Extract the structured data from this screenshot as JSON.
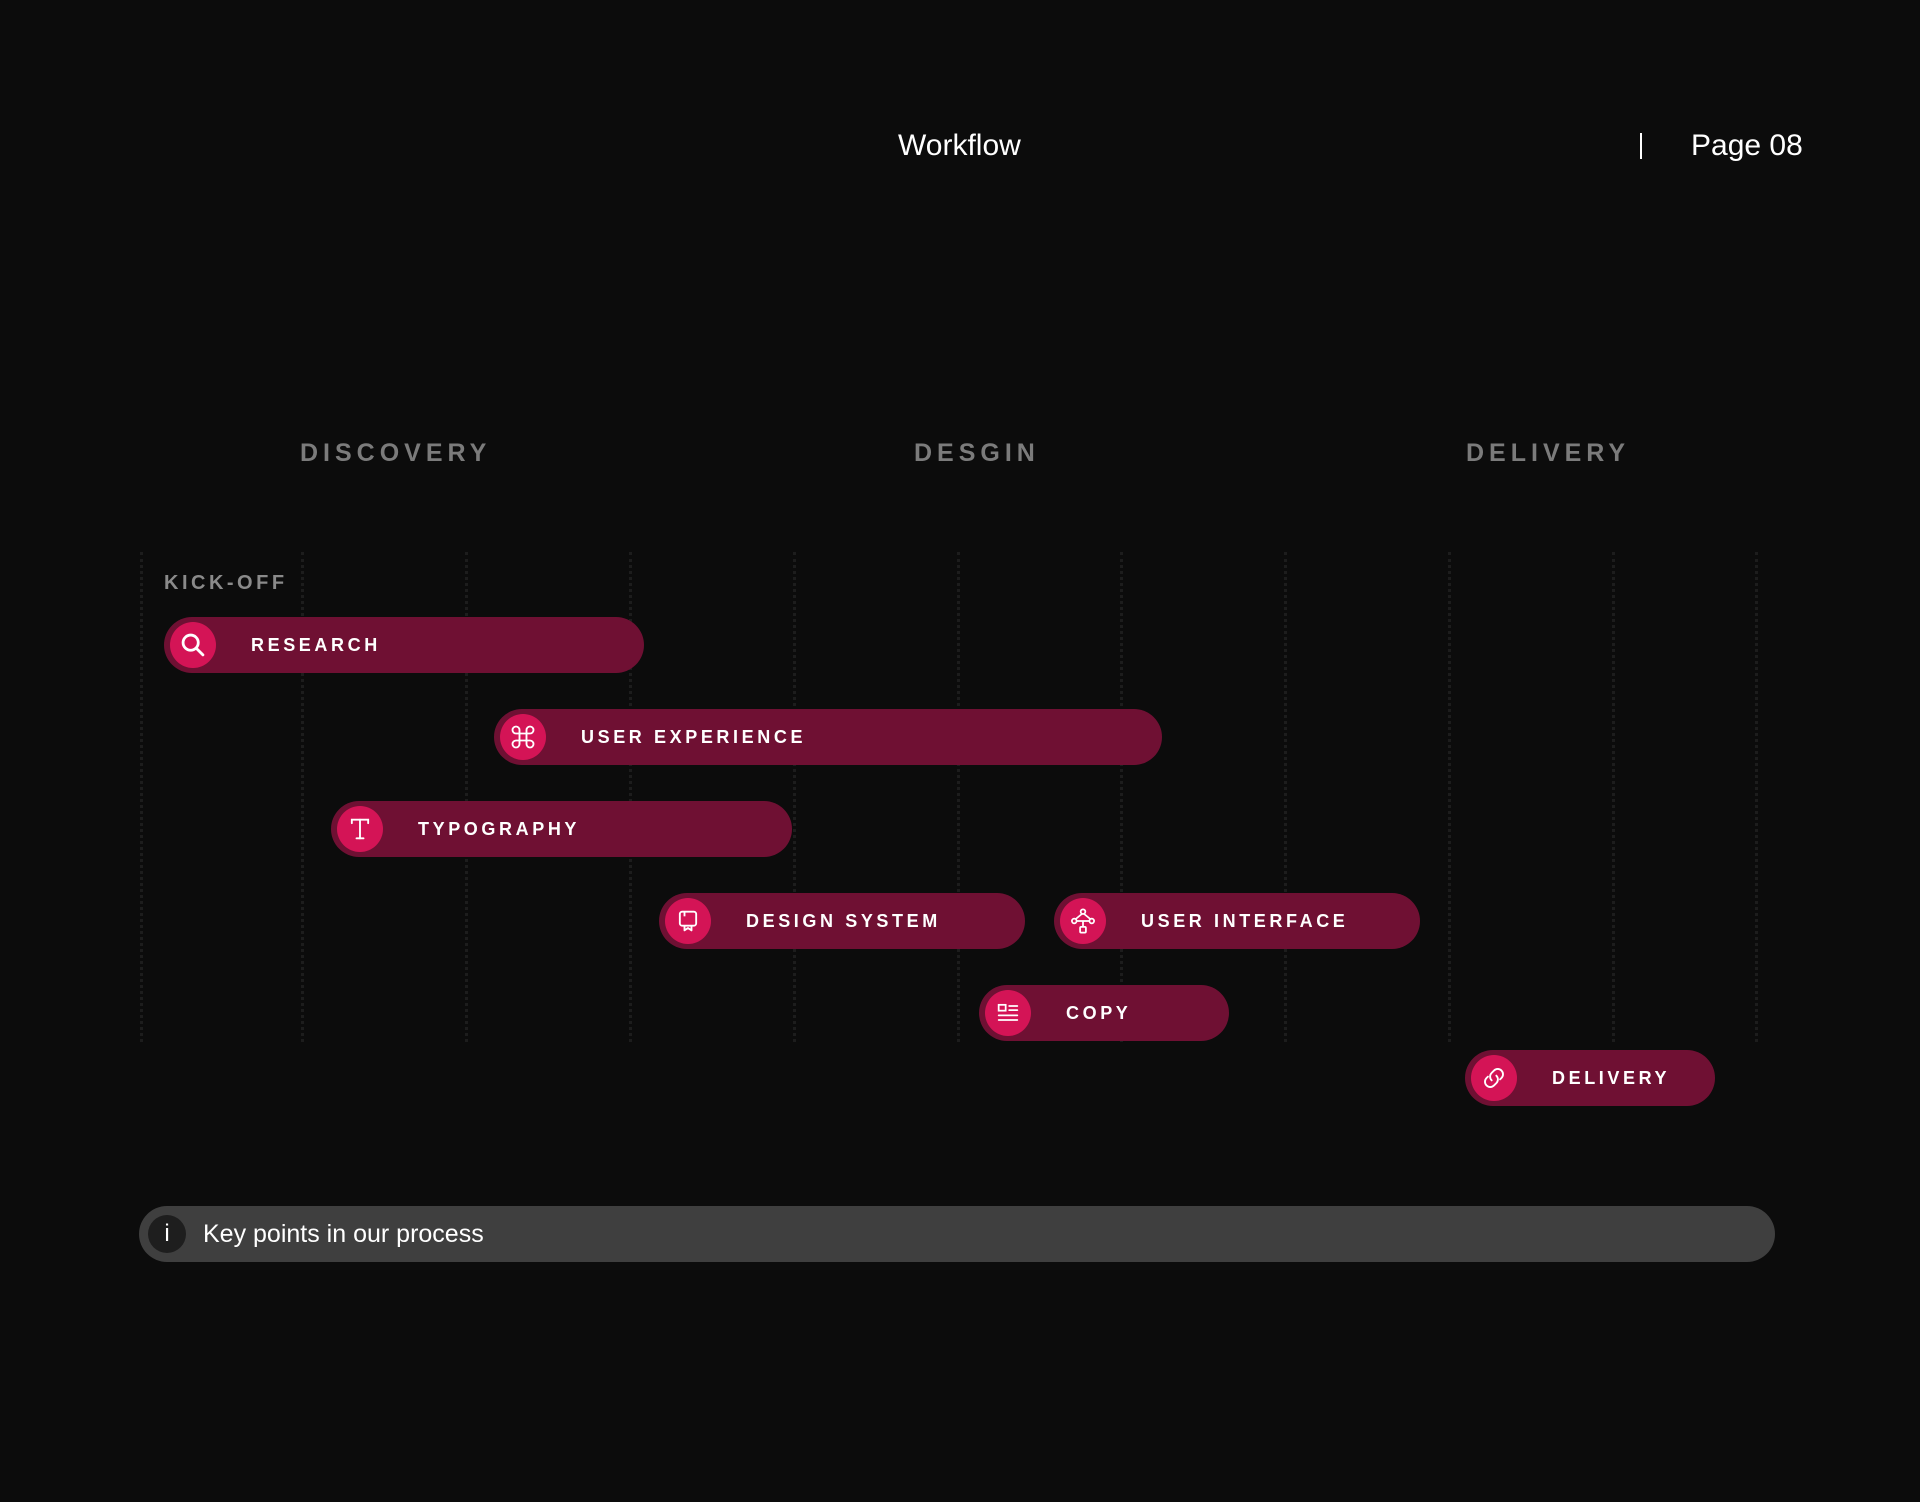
{
  "header": {
    "title": "Workflow",
    "page": "Page 08"
  },
  "phases": [
    "DISCOVERY",
    "DESGIN",
    "DELIVERY"
  ],
  "kickoff_label": "KICK-OFF",
  "tasks": [
    {
      "label": "RESEARCH",
      "icon": "search-icon"
    },
    {
      "label": "USER EXPERIENCE",
      "icon": "command-icon"
    },
    {
      "label": "TYPOGRAPHY",
      "icon": "type-icon"
    },
    {
      "label": "DESIGN SYSTEM",
      "icon": "component-icon"
    },
    {
      "label": "USER INTERFACE",
      "icon": "network-icon"
    },
    {
      "label": "COPY",
      "icon": "text-block-icon"
    },
    {
      "label": "DELIVERY",
      "icon": "link-icon"
    }
  ],
  "info": {
    "icon": "info-icon",
    "glyph": "i",
    "text": "Key points in our process"
  },
  "colors": {
    "background": "#0c0c0c",
    "pill": "#6f1033",
    "pill_icon": "#d41456",
    "phase_text": "#7b7b7b",
    "info_bar": "#3f3f3f"
  }
}
